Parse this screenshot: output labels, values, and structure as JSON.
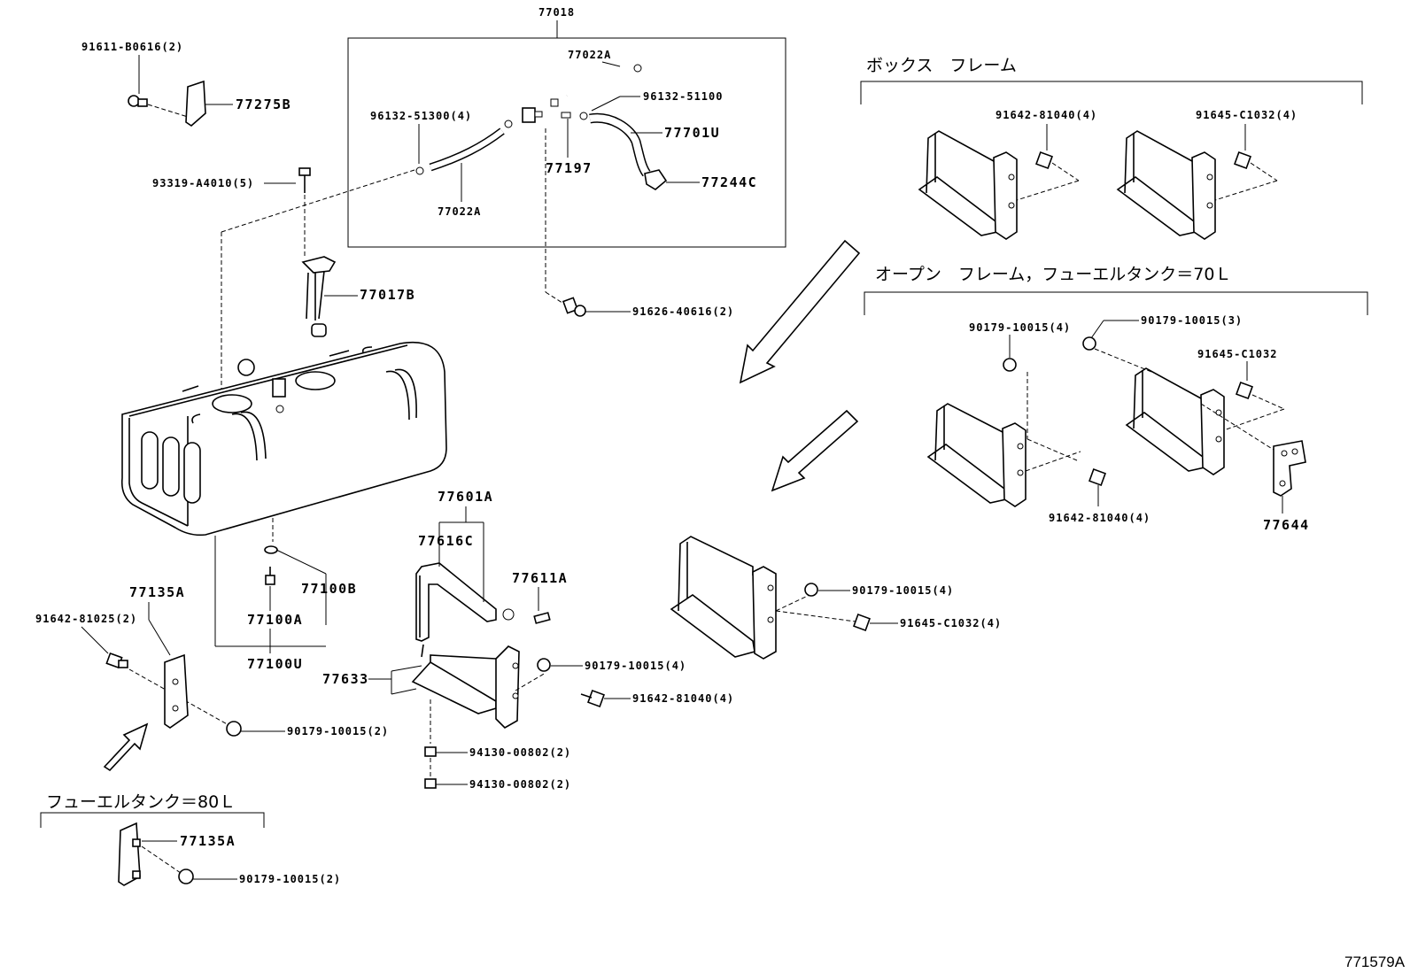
{
  "groups": {
    "box_frame": "ボックス　フレーム",
    "open_frame": "オープン　フレーム，フューエルタンク＝70Ｌ",
    "tank_80": "フューエルタンク＝80Ｌ"
  },
  "labels": {
    "p77018": "77018",
    "p91611_b0616": "91611-B0616(2)",
    "p77275b": "77275B",
    "p77022a_top": "77022A",
    "p96132_51100": "96132-51100",
    "p96132_51300": "96132-51300(4)",
    "p77701u": "77701U",
    "p77197": "77197",
    "p77244c": "77244C",
    "p93319_a4010": "93319-A4010(5)",
    "p77022a_bottom": "77022A",
    "p77017b": "77017B",
    "p91626_40616": "91626-40616(2)",
    "p77601a": "77601A",
    "p77616c": "77616C",
    "p77611a": "77611A",
    "p77100b": "77100B",
    "p77100a": "77100A",
    "p77100u": "77100U",
    "p77135a": "77135A",
    "p91642_81025": "91642-81025(2)",
    "p77633": "77633",
    "p90179_10015_4_mid": "90179-10015(4)",
    "p91642_81040_4_mid": "91642-81040(4)",
    "p90179_10015_2": "90179-10015(2)",
    "p94130_00802_a": "94130-00802(2)",
    "p94130_00802_b": "94130-00802(2)",
    "p90179_10015_4_right": "90179-10015(4)",
    "p91645_c1032_4_right": "91645-C1032(4)",
    "p91642_81040_4_box": "91642-81040(4)",
    "p91645_c1032_4_box": "91645-C1032(4)",
    "p90179_10015_4_open": "90179-10015(4)",
    "p90179_10015_3_open": "90179-10015(3)",
    "p91645_c1032_open": "91645-C1032",
    "p91642_81040_4_open": "91642-81040(4)",
    "p77644": "77644",
    "p77135a_80": "77135A",
    "p90179_10015_2_80": "90179-10015(2)"
  },
  "footer_code": "771579A"
}
